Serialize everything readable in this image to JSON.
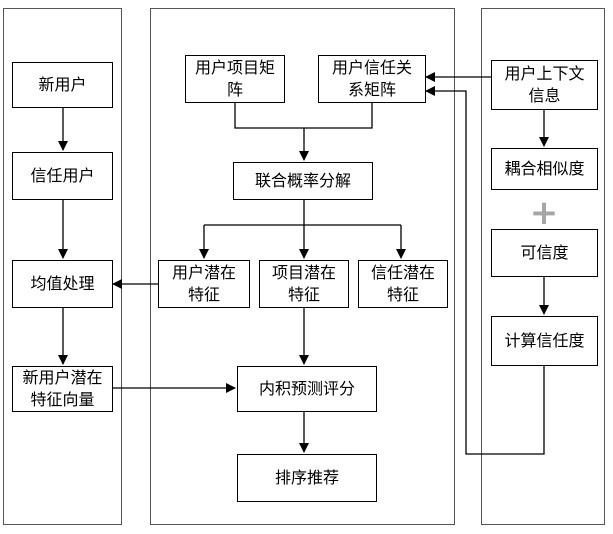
{
  "panels": {
    "left": "",
    "middle": "",
    "right": ""
  },
  "nodes": {
    "new_user": "新用户",
    "trusted_user": "信任用户",
    "mean_processing": "均值处理",
    "new_user_latent_vector": "新用户潜在\n特征向量",
    "user_item_matrix": "用户项目矩\n阵",
    "user_trust_matrix": "用户信任关\n系矩阵",
    "joint_prob_factorization": "联合概率分解",
    "user_latent_feature": "用户潜在\n特征",
    "item_latent_feature": "项目潜在\n特征",
    "trust_latent_feature": "信任潜在\n特征",
    "inner_product_score": "内积预测评分",
    "sort_recommend": "排序推荐",
    "user_context_info": "用户上下文\n信息",
    "coupled_similarity": "耦合相似度",
    "credibility": "可信度",
    "compute_trust": "计算信任度"
  },
  "plus_symbol": "+",
  "colors": {
    "plus": "#a6a6a6",
    "line": "#000000",
    "panel_border": "#555555"
  }
}
